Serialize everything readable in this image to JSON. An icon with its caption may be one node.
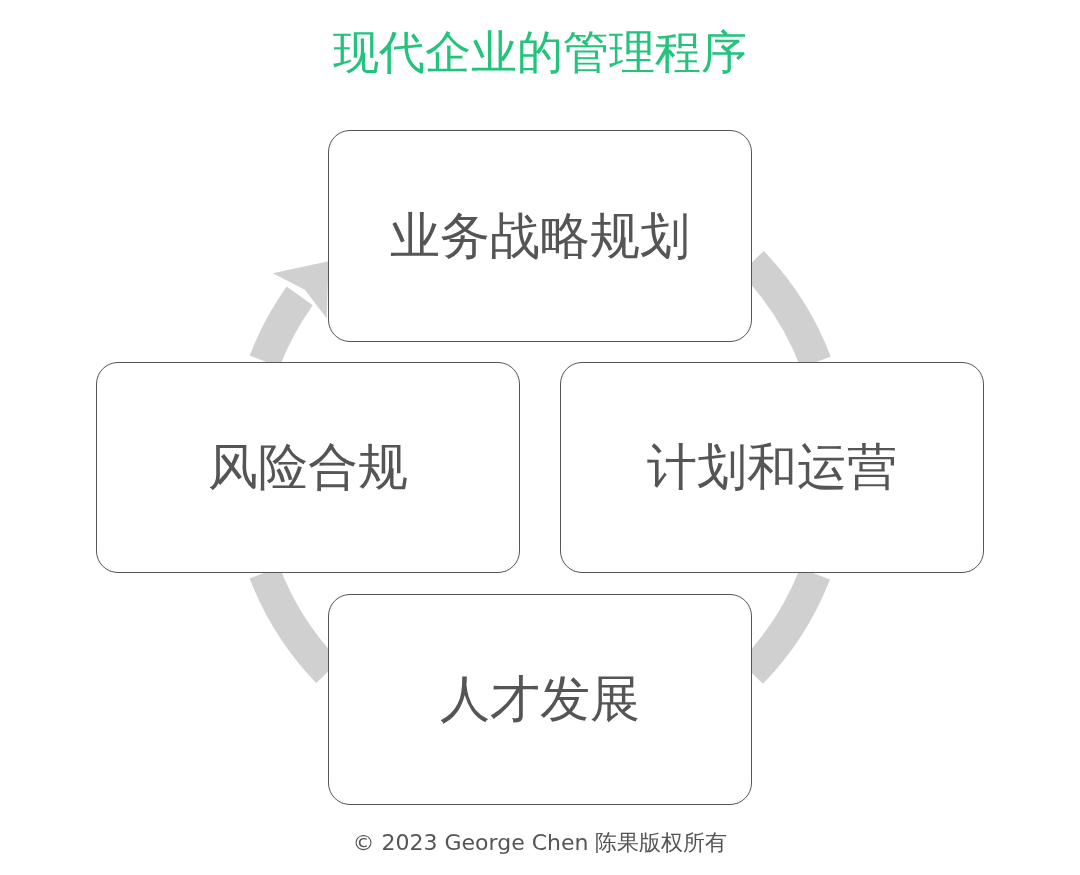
{
  "diagram": {
    "title": "现代企业的管理程序",
    "nodes": [
      {
        "text": [
          "业务战略规划"
        ]
      },
      {
        "text": [
          "风险合规"
        ]
      },
      {
        "text": [
          "计划和运营"
        ]
      },
      {
        "text": [
          "人才发展"
        ]
      }
    ],
    "edges": [
      {
        "from": 0,
        "to": 2,
        "arrow": "none"
      },
      {
        "from": 2,
        "to": 3,
        "arrow": "none"
      },
      {
        "from": 3,
        "to": 1,
        "arrow": "none"
      },
      {
        "from": 1,
        "to": 0,
        "arrow": "to"
      }
    ],
    "labels": [
      "© 2023 George Chen 陈果版权所有"
    ]
  }
}
